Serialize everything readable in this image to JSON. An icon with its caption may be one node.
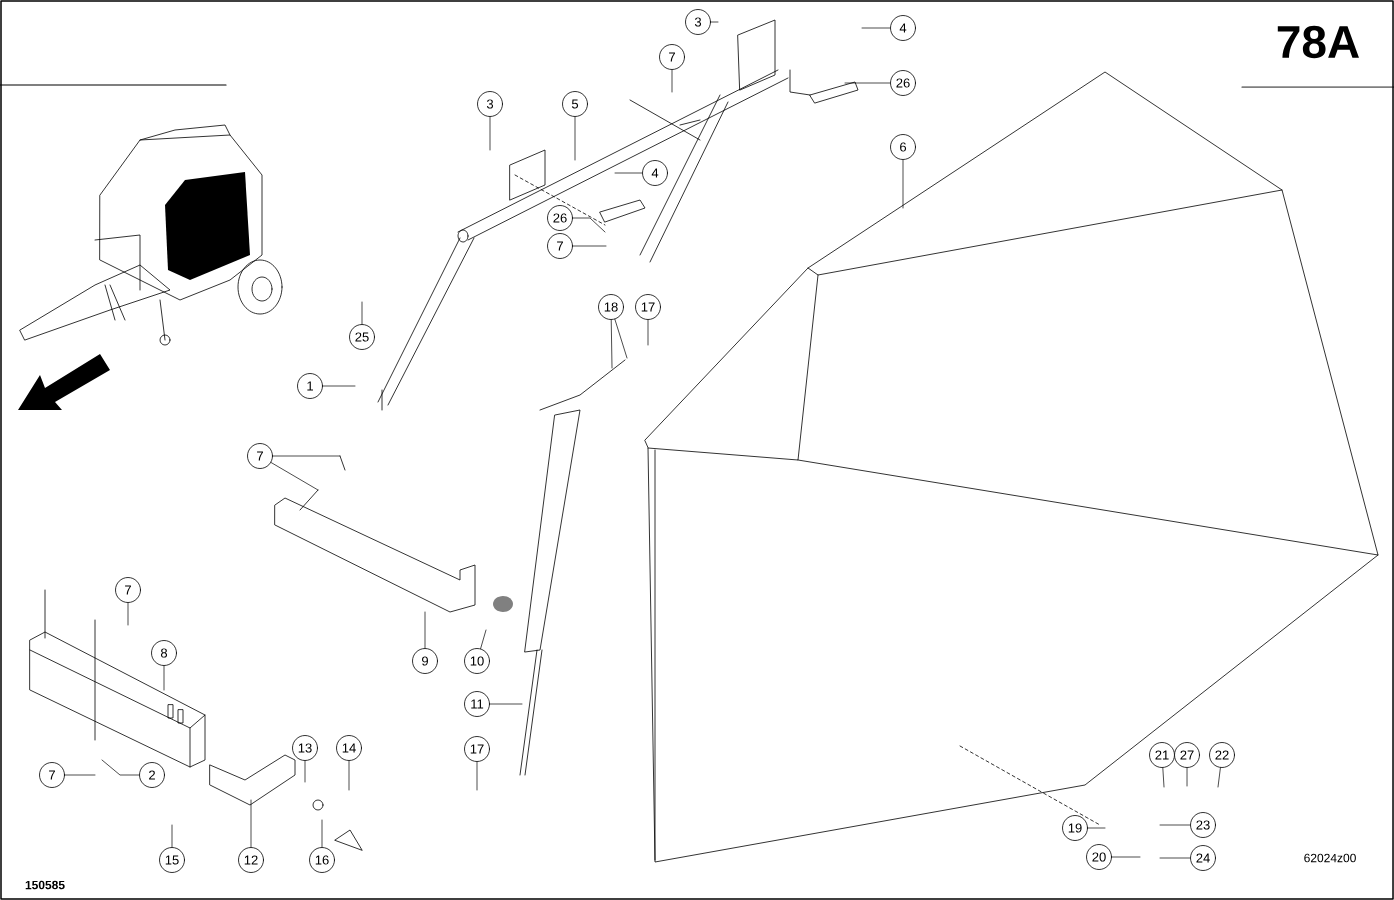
{
  "diagram": {
    "nodes": [
      {
        "text": [
          "3"
        ]
      },
      {
        "text": [
          "7"
        ]
      },
      {
        "text": [
          "4"
        ]
      },
      {
        "text": [
          "26"
        ]
      },
      {
        "text": [
          "3"
        ]
      },
      {
        "text": [
          "5"
        ]
      },
      {
        "text": [
          "4"
        ]
      },
      {
        "text": [
          "6"
        ]
      },
      {
        "text": [
          "26"
        ]
      },
      {
        "text": [
          "7"
        ]
      },
      {
        "text": [
          "25"
        ]
      },
      {
        "text": [
          "18"
        ]
      },
      {
        "text": [
          "17"
        ]
      },
      {
        "text": [
          "1"
        ]
      },
      {
        "text": [
          "7"
        ]
      },
      {
        "text": [
          "7"
        ]
      },
      {
        "text": [
          "8"
        ]
      },
      {
        "text": [
          "9"
        ]
      },
      {
        "text": [
          "10"
        ]
      },
      {
        "text": [
          "11"
        ]
      },
      {
        "text": [
          "17"
        ]
      },
      {
        "text": [
          "7"
        ]
      },
      {
        "text": [
          "2"
        ]
      },
      {
        "text": [
          "13"
        ]
      },
      {
        "text": [
          "14"
        ]
      },
      {
        "text": [
          "15"
        ]
      },
      {
        "text": [
          "12"
        ]
      },
      {
        "text": [
          "16"
        ]
      },
      {
        "text": [
          "21"
        ]
      },
      {
        "text": [
          "27"
        ]
      },
      {
        "text": [
          "22"
        ]
      },
      {
        "text": [
          "19"
        ]
      },
      {
        "text": [
          "23"
        ]
      },
      {
        "text": [
          "20"
        ]
      },
      {
        "text": [
          "24"
        ]
      }
    ],
    "edges": [
      {
        "from": 0,
        "to": null,
        "arrow": "none"
      },
      {
        "from": 1,
        "to": null,
        "arrow": "none"
      },
      {
        "from": 2,
        "to": null,
        "arrow": "none"
      },
      {
        "from": 3,
        "to": null,
        "arrow": "none"
      },
      {
        "from": 4,
        "to": null,
        "arrow": "none"
      },
      {
        "from": 5,
        "to": null,
        "arrow": "none"
      },
      {
        "from": 6,
        "to": null,
        "arrow": "none"
      },
      {
        "from": 7,
        "to": null,
        "arrow": "none"
      },
      {
        "from": 8,
        "to": null,
        "arrow": "none"
      },
      {
        "from": 9,
        "to": null,
        "arrow": "none"
      },
      {
        "from": 10,
        "to": null,
        "arrow": "none"
      },
      {
        "from": 11,
        "to": null,
        "arrow": "none"
      },
      {
        "from": 11,
        "to": null,
        "arrow": "none"
      },
      {
        "from": 12,
        "to": null,
        "arrow": "none"
      },
      {
        "from": 13,
        "to": null,
        "arrow": "none"
      },
      {
        "from": 14,
        "to": null,
        "arrow": "none"
      },
      {
        "from": 14,
        "to": null,
        "arrow": "none"
      },
      {
        "from": 15,
        "to": null,
        "arrow": "none"
      },
      {
        "from": 16,
        "to": null,
        "arrow": "none"
      },
      {
        "from": 17,
        "to": null,
        "arrow": "none"
      },
      {
        "from": 18,
        "to": null,
        "arrow": "none"
      },
      {
        "from": 19,
        "to": null,
        "arrow": "none"
      },
      {
        "from": 20,
        "to": null,
        "arrow": "none"
      },
      {
        "from": 21,
        "to": null,
        "arrow": "none"
      },
      {
        "from": 22,
        "to": null,
        "arrow": "none"
      },
      {
        "from": 23,
        "to": null,
        "arrow": "none"
      },
      {
        "from": 24,
        "to": null,
        "arrow": "none"
      },
      {
        "from": 25,
        "to": null,
        "arrow": "none"
      },
      {
        "from": 26,
        "to": null,
        "arrow": "none"
      },
      {
        "from": 27,
        "to": null,
        "arrow": "none"
      },
      {
        "from": 28,
        "to": null,
        "arrow": "none"
      },
      {
        "from": 29,
        "to": null,
        "arrow": "none"
      },
      {
        "from": 30,
        "to": null,
        "arrow": "none"
      },
      {
        "from": 31,
        "to": null,
        "arrow": "none"
      },
      {
        "from": 32,
        "to": null,
        "arrow": "none"
      },
      {
        "from": 33,
        "to": null,
        "arrow": "none"
      },
      {
        "from": 34,
        "to": null,
        "arrow": "none"
      }
    ],
    "labels": [
      "78A",
      "150585",
      "62024z00"
    ]
  }
}
